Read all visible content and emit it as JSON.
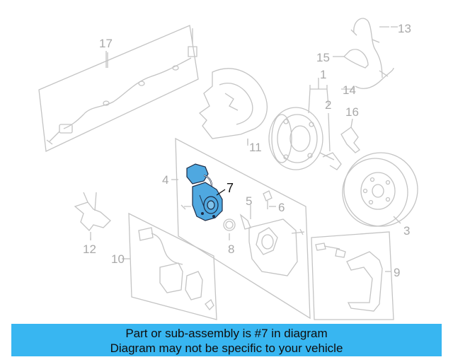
{
  "diagram": {
    "callouts": [
      "1",
      "2",
      "3",
      "4",
      "5",
      "6",
      "7",
      "8",
      "9",
      "10",
      "11",
      "12",
      "13",
      "14",
      "15",
      "16",
      "17"
    ],
    "highlighted_part": "7",
    "highlight_color": "#4fa8e0",
    "line_color": "#c4c4c4"
  },
  "banner": {
    "line1": "Part or sub-assembly is #7 in diagram",
    "line2": "Diagram may not be specific to your vehicle",
    "background": "#38b6f1"
  }
}
